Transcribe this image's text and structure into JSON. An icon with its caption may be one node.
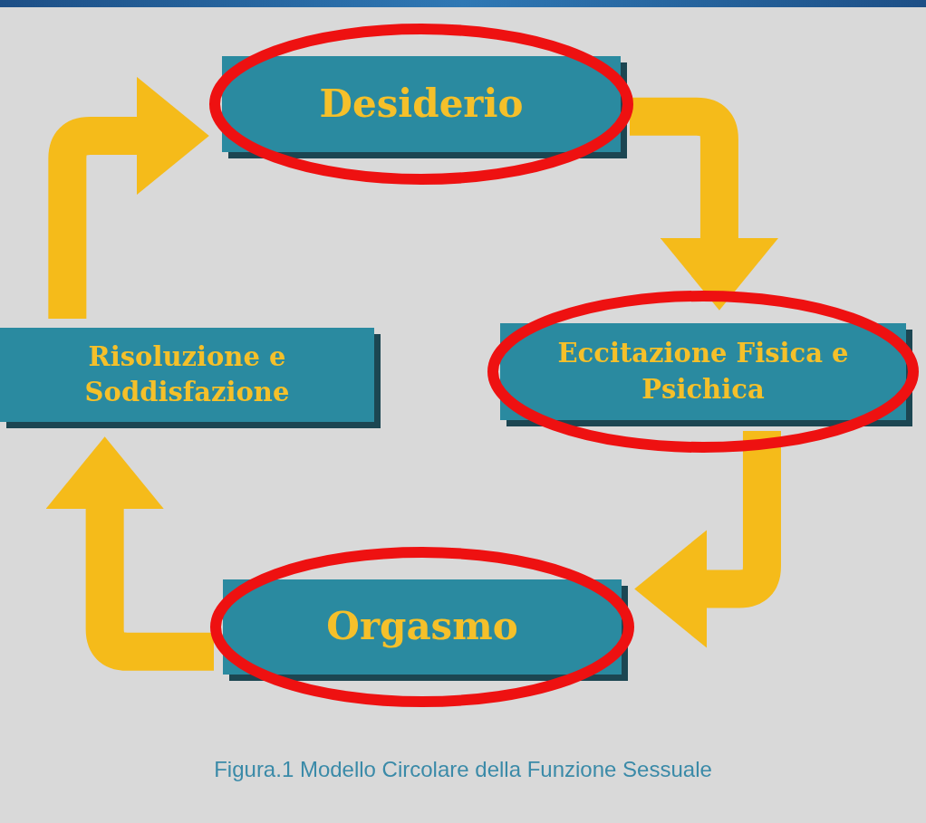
{
  "diagram": {
    "caption": "Figura.1 Modello Circolare della Funzione Sessuale",
    "nodes": [
      {
        "text": [
          "Desiderio"
        ]
      },
      {
        "text": [
          "Eccitazione Fisica e Psichica"
        ]
      },
      {
        "text": [
          "Orgasmo"
        ]
      },
      {
        "text": [
          "Risoluzione e Soddisfazione"
        ]
      }
    ],
    "edges": [
      {
        "from": 0,
        "to": 1,
        "arrow": "to"
      },
      {
        "from": 1,
        "to": 2,
        "arrow": "to"
      },
      {
        "from": 2,
        "to": 3,
        "arrow": "to"
      },
      {
        "from": 3,
        "to": 0,
        "arrow": "to"
      }
    ]
  }
}
